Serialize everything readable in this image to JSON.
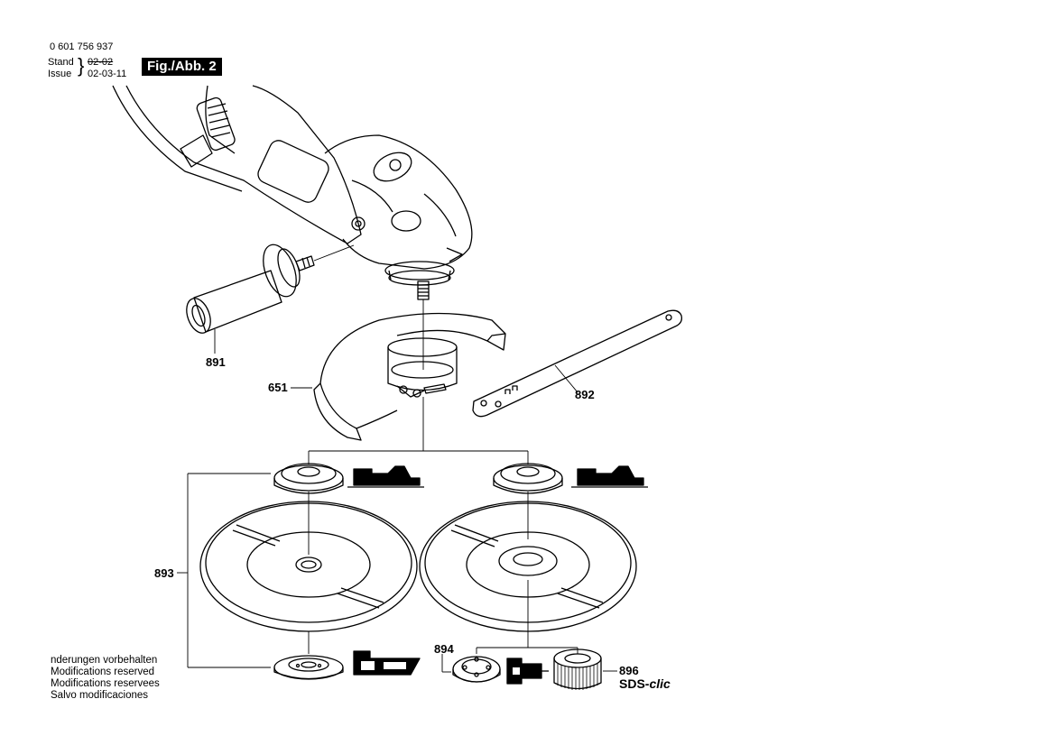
{
  "header": {
    "part_number": "0 601 756 937",
    "stand_label": "Stand",
    "issue_label": "Issue",
    "old_date": "02-02",
    "new_date": "02-03-11",
    "figure_label": "Fig./Abb. 2"
  },
  "callouts": {
    "p891": "891",
    "p651": "651",
    "p892": "892",
    "p893": "893",
    "p894": "894",
    "p896": "896"
  },
  "brand": {
    "sds_prefix": "SDS-",
    "sds_suffix": "clic"
  },
  "notes": [
    "nderungen vorbehalten",
    "Modifications reserved",
    "Modifications reservees",
    "Salvo modificaciones"
  ]
}
